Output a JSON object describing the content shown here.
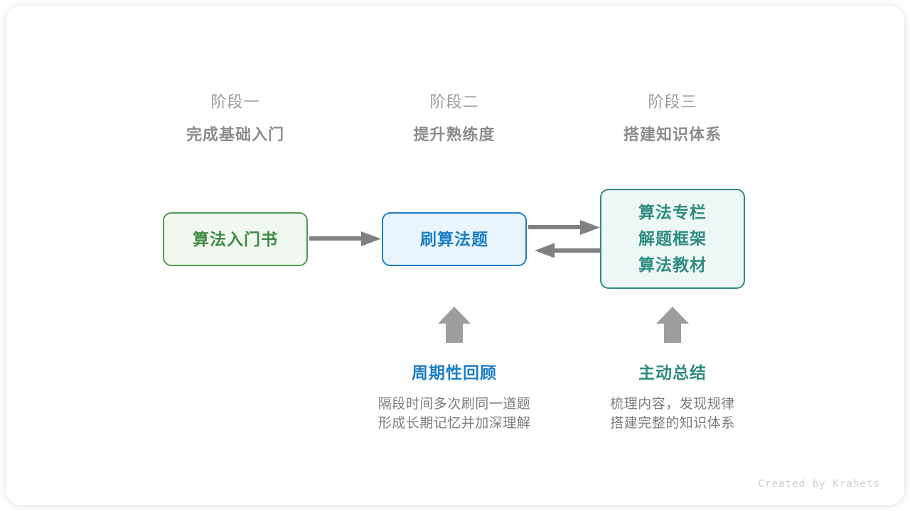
{
  "diagram": {
    "stages": [
      {
        "index_label": "阶段一",
        "title": "完成基础入门"
      },
      {
        "index_label": "阶段二",
        "title": "提升熟练度"
      },
      {
        "index_label": "阶段三",
        "title": "搭建知识体系"
      }
    ],
    "nodes": [
      {
        "id": "book",
        "lines": [
          "算法入门书"
        ],
        "fill": "#f1f8f0",
        "border": "#4e9a4f",
        "text_color": "#3f8a45"
      },
      {
        "id": "practice",
        "lines": [
          "刷算法题"
        ],
        "fill": "#e9f4fc",
        "border": "#1c7fc6",
        "text_color": "#1b7fc6"
      },
      {
        "id": "resources",
        "lines": [
          "算法专栏",
          "解题框架",
          "算法教材"
        ],
        "fill": "#edf7f5",
        "border": "#2f8b82",
        "text_color": "#2f8b82"
      }
    ],
    "connectors": [
      {
        "id": "book-to-practice",
        "from": "book",
        "to": "practice",
        "direction": "right"
      },
      {
        "id": "practice-to-resources",
        "from": "practice",
        "to": "resources",
        "direction": "right"
      },
      {
        "id": "resources-to-practice",
        "from": "resources",
        "to": "practice",
        "direction": "left"
      },
      {
        "id": "review-up",
        "from": "review-note",
        "to": "practice",
        "direction": "up"
      },
      {
        "id": "summary-up",
        "from": "summary-note",
        "to": "resources",
        "direction": "up"
      }
    ],
    "notes": [
      {
        "id": "review",
        "title": "周期性回顾",
        "title_color": "#1b7fc6",
        "body_lines": [
          "隔段时间多次刷同一道题",
          "形成长期记忆并加深理解"
        ]
      },
      {
        "id": "summary",
        "title": "主动总结",
        "title_color": "#2f8b82",
        "body_lines": [
          "梳理内容，发现规律",
          "搭建完整的知识体系"
        ]
      }
    ],
    "arrow_color": "#808080",
    "credit": "Created by Krahets"
  }
}
